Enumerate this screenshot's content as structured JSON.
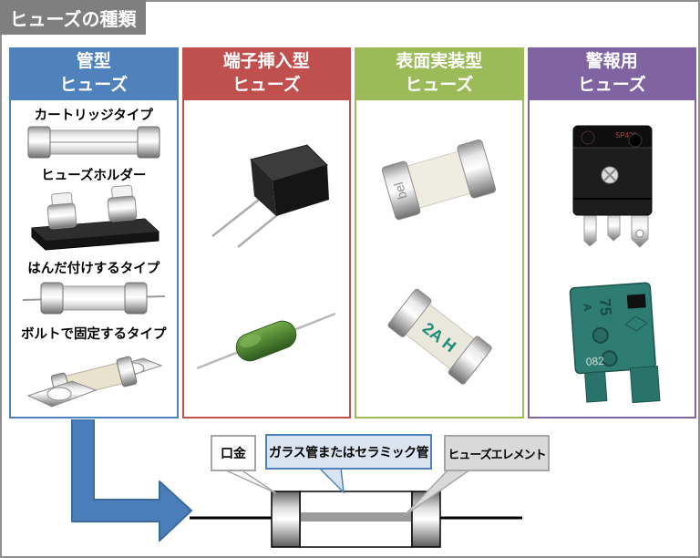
{
  "title": "ヒューズの種類",
  "columns": [
    {
      "line1": "管型",
      "line2": "ヒューズ",
      "accent": "#4f81bd"
    },
    {
      "line1": "端子挿入型",
      "line2": "ヒューズ",
      "accent": "#c0504d"
    },
    {
      "line1": "表面実装型",
      "line2": "ヒューズ",
      "accent": "#9bbb59"
    },
    {
      "line1": "警報用",
      "line2": "ヒューズ",
      "accent": "#8064a2"
    }
  ],
  "tube_items": [
    {
      "caption": "カートリッジタイプ"
    },
    {
      "caption": "ヒューズホルダー"
    },
    {
      "caption": "はんだ付けするタイプ"
    },
    {
      "caption": "ボルトで固定するタイプ"
    }
  ],
  "markings": {
    "smd_top": "bel",
    "smd_bottom": "2A H",
    "alarm_top": "SP420",
    "alarm_rating": "75",
    "alarm_unit": "A",
    "alarm_code": "082"
  },
  "diagram": {
    "callout_cap": "口金",
    "callout_tube": "ガラス管またはセラミック管",
    "callout_element": "ヒューズエレメント"
  },
  "colors": {
    "title_bg": "#7f7f7f",
    "tube": "#4f81bd",
    "terminal": "#c0504d",
    "smd": "#9bbb59",
    "alarm": "#8064a2",
    "arrow": "#4a7ebb",
    "callout_tube_bg": "#dbe5f1",
    "callout_gray_bg": "#d9d9d9",
    "element_gray": "#9b9b9b"
  }
}
